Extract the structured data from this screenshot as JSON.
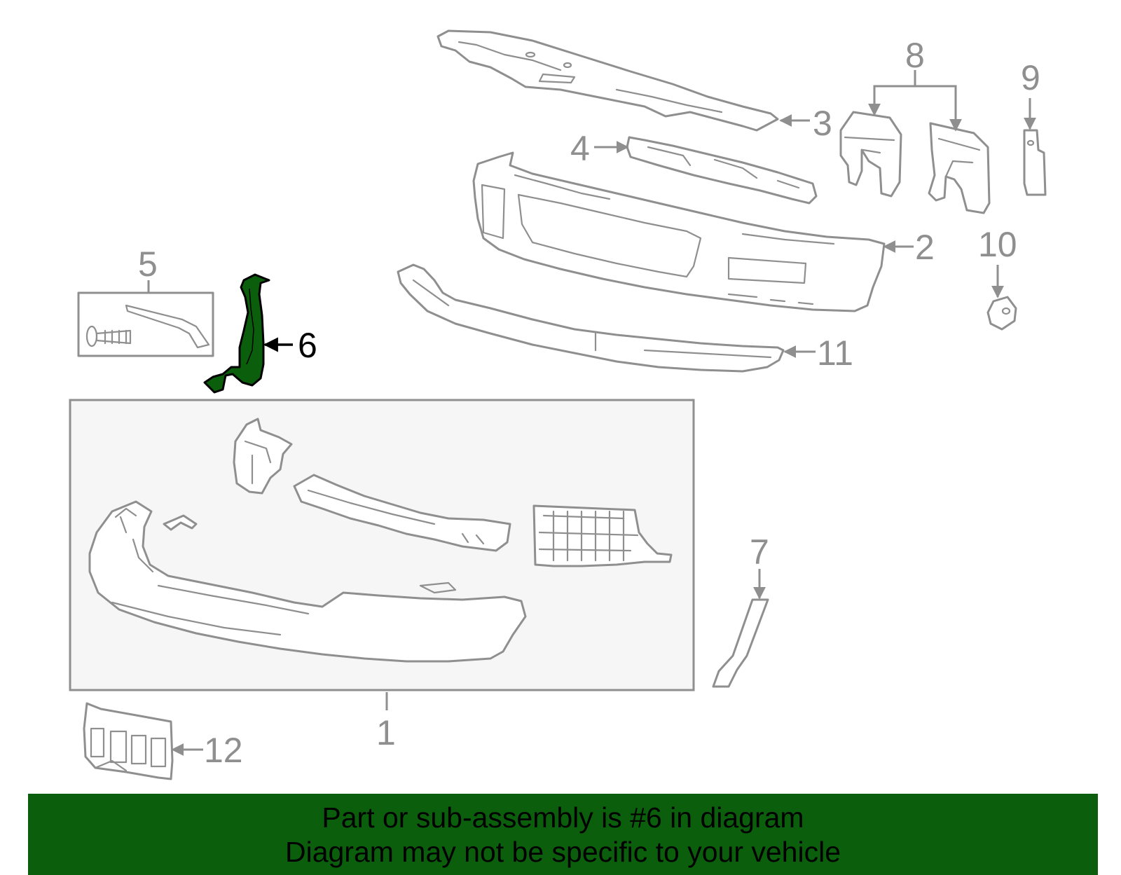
{
  "diagram": {
    "highlight_color": "#0b5e0b",
    "line_color": "#8f8f8f",
    "callouts": [
      {
        "id": "1",
        "text": "1"
      },
      {
        "id": "2",
        "text": "2"
      },
      {
        "id": "3",
        "text": "3"
      },
      {
        "id": "4",
        "text": "4"
      },
      {
        "id": "5",
        "text": "5"
      },
      {
        "id": "6",
        "text": "6",
        "highlighted": true
      },
      {
        "id": "7",
        "text": "7"
      },
      {
        "id": "8",
        "text": "8"
      },
      {
        "id": "9",
        "text": "9"
      },
      {
        "id": "10",
        "text": "10"
      },
      {
        "id": "11",
        "text": "11"
      },
      {
        "id": "12",
        "text": "12"
      }
    ]
  },
  "banner": {
    "line1": "Part or sub-assembly is #6 in diagram",
    "line2": "Diagram may not be specific to your vehicle"
  }
}
